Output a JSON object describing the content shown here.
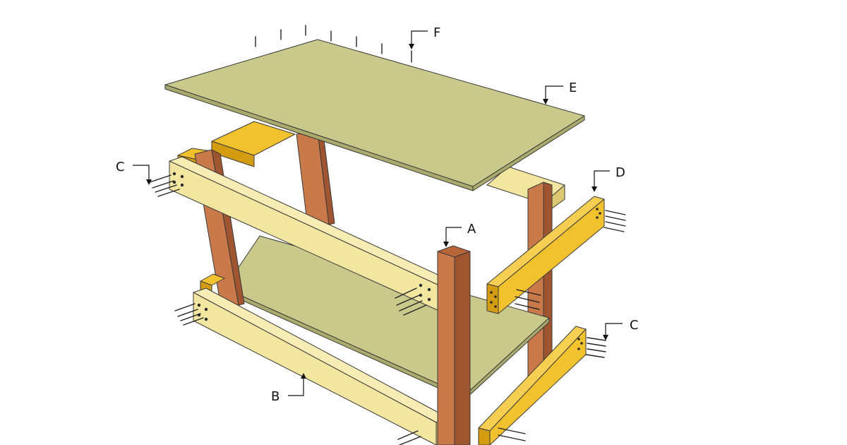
{
  "labels": {
    "a": "A",
    "b": "B",
    "c_left": "C",
    "c_right": "C",
    "d": "D",
    "e": "E",
    "f": "F"
  },
  "colors": {
    "background": "#ffffff",
    "plywood_top": "#c8c98a",
    "plywood_edge": "#a9aa6c",
    "leg_front": "#c9794a",
    "leg_side": "#9e5530",
    "rail_light": "#f3e6a0",
    "rail_light_side": "#ddc872",
    "rail_gold": "#f2c12e",
    "rail_gold_side": "#d49c10",
    "ink": "#111111"
  },
  "icons": {
    "pointer": "arrow-down-icon",
    "fastener": "screw-icon"
  }
}
